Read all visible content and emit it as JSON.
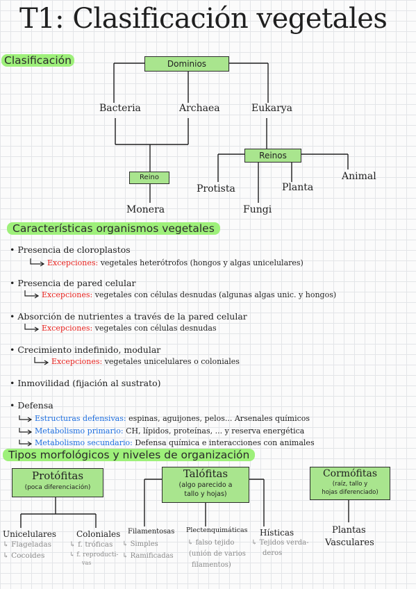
{
  "title": "T1: Clasificación vegetales",
  "classification": {
    "heading": "Clasificación",
    "dominios": "Dominios",
    "bacteria": "Bacteria",
    "archaea": "Archaea",
    "eukarya": "Eukarya",
    "reino": "Reino",
    "monera": "Monera",
    "reinos": "Reinos",
    "protista": "Protista",
    "fungi": "Fungi",
    "planta": "Planta",
    "animal": "Animal"
  },
  "characteristics": {
    "heading": "Características organismos vegetales",
    "items": [
      {
        "text": "Presencia de cloroplastos",
        "exc_label": "Excepciones:",
        "exc_text": "vegetales heterótrofos (hongos y algas unicelulares)"
      },
      {
        "text": "Presencia de pared celular",
        "exc_label": "Excepciones:",
        "exc_text": "vegetales con células desnudas (algunas algas unic. y hongos)"
      },
      {
        "text": "Absorción de nutrientes a través de la pared celular",
        "exc_label": "Excepciones:",
        "exc_text": "vegetales con células desnudas"
      },
      {
        "text": "Crecimiento indefinido, modular",
        "exc_label": "Excepciones:",
        "exc_text": "vegetales unicelulares o coloniales"
      },
      {
        "text": "Inmovilidad (fijación al sustrato)"
      },
      {
        "text": "Defensa"
      }
    ],
    "defensa": [
      {
        "label": "Estructuras defensivas:",
        "text": "espinas, aguijones, pelos... Arsenales químicos"
      },
      {
        "label": "Metabolismo primario:",
        "text": "CH, lípidos, proteínas, ... y reserva energética"
      },
      {
        "label": "Metabolismo secundario:",
        "text": "Defensa química e interacciones con animales"
      }
    ]
  },
  "morphology": {
    "heading": "Tipos morfológicos y niveles de organización",
    "protofitas": {
      "title": "Protófitas",
      "subtitle": "(poca diferenciación)"
    },
    "talofitas": {
      "title": "Talófitas",
      "subtitle1": "(algo parecido a",
      "subtitle2": "tallo y hojas)"
    },
    "cormofitas": {
      "title": "Cormófitas",
      "subtitle1": "(raíz, tallo y",
      "subtitle2": "hojas diferenciado)"
    },
    "unicelulares": "Unicelulares",
    "flageladas": "Flageladas",
    "cocoides": "Cocoides",
    "coloniales": "Coloniales",
    "f_troficas": "f. tróficas",
    "f_reproductivas": "f. reproducti-",
    "f_reproductivas2": "vas",
    "filamentosas": "Filamentosas",
    "simples": "Simples",
    "ramificadas": "Ramificadas",
    "plectenquimaticas": "Plectenquimáticas",
    "falso_tejido1": "falso tejido",
    "falso_tejido2": "(unión de varios",
    "falso_tejido3": "filamentos)",
    "histicas": "Hísticas",
    "tejidos1": "Tejidos verda-",
    "tejidos2": "deros",
    "plantas": "Plantas",
    "vasculares": "Vasculares"
  }
}
